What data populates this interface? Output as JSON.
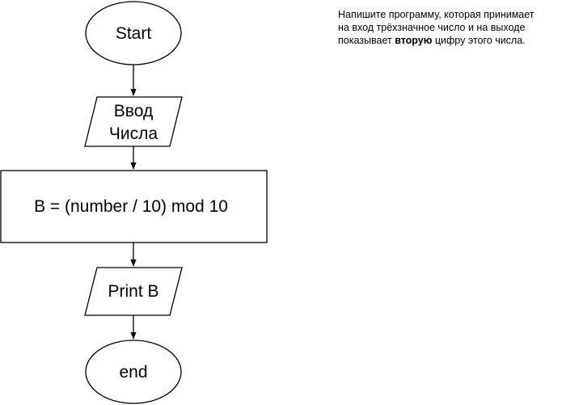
{
  "flowchart": {
    "start": "Start",
    "input_line1": "Ввод",
    "input_line2": "Числа",
    "process": "B = (number / 10) mod 10",
    "output": "Print B",
    "end": "end"
  },
  "task": {
    "line1": "Напишите программу, которая принимает",
    "line2": "на вход трёхзначное число и на выходе",
    "line3_before": "показывает ",
    "line3_bold": "вторую",
    "line3_after": " цифру этого числа."
  }
}
